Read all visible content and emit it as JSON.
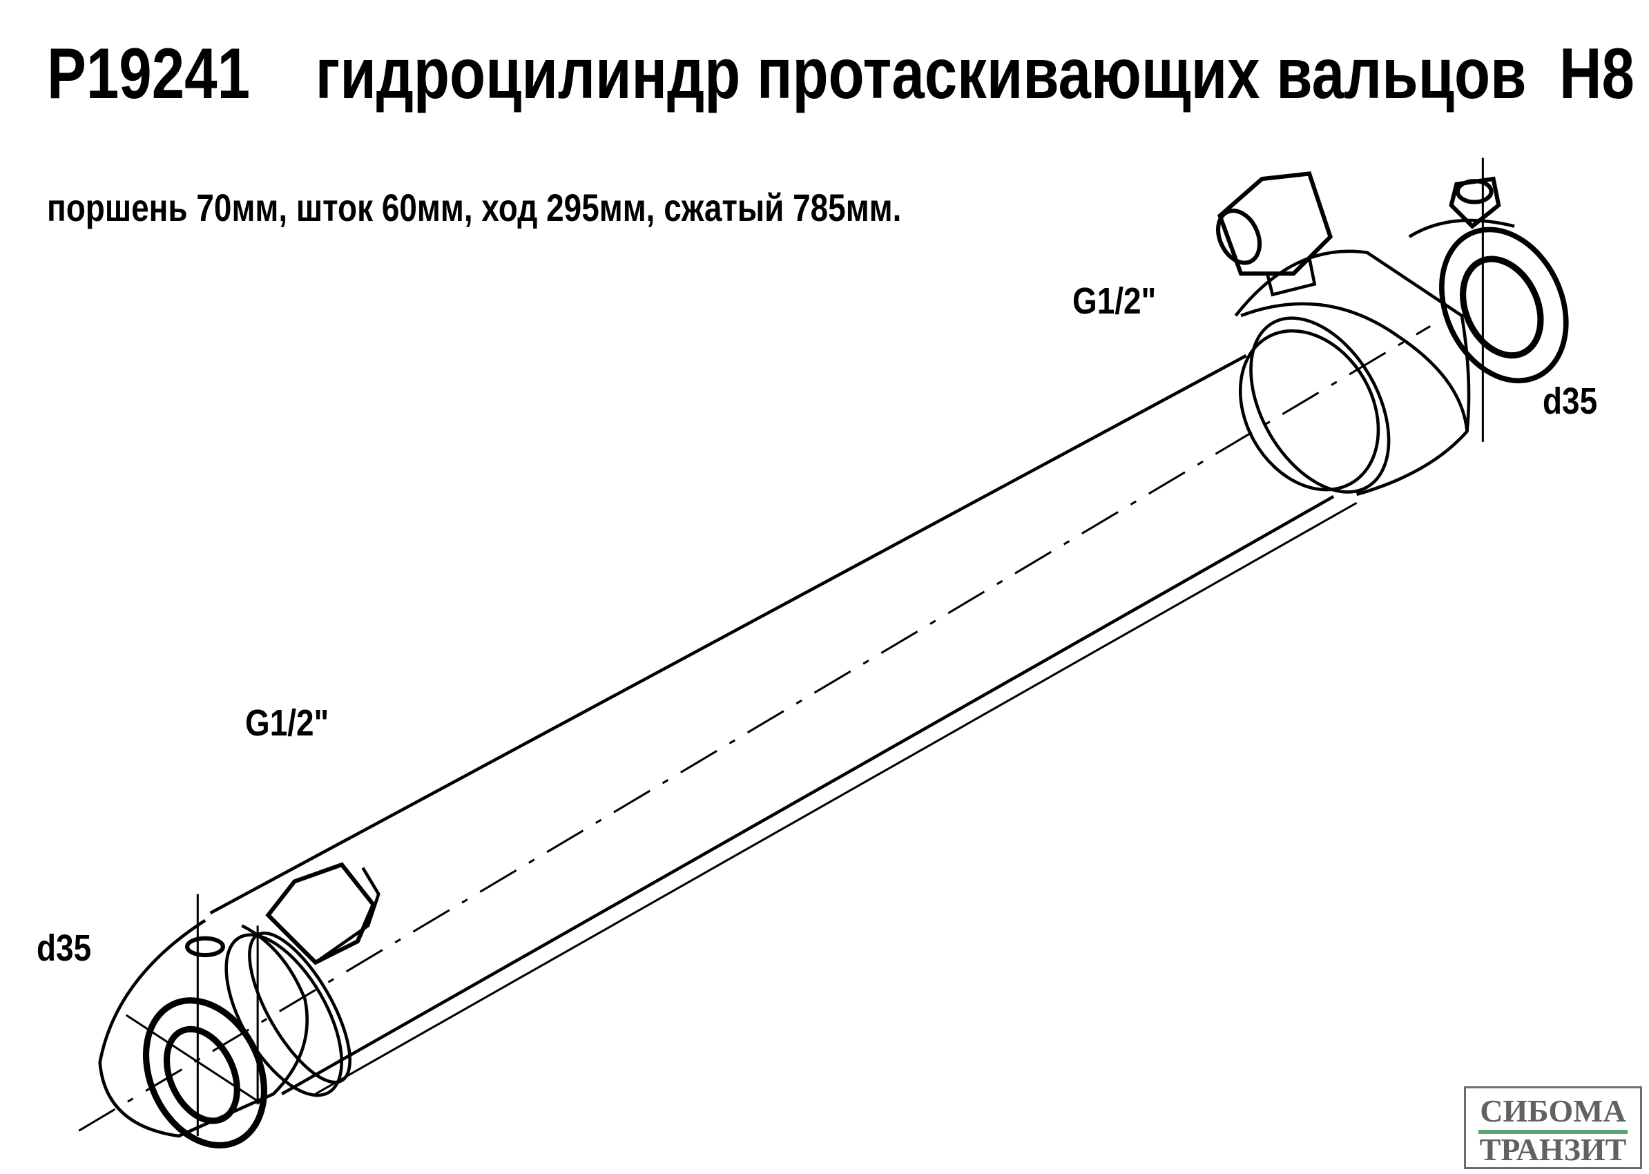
{
  "title": "P19241    гидроцилиндр протаскивающих вальцов  H8",
  "specs": "поршень 70мм, шток 60мм, ход 295мм, сжатый 785мм.",
  "labels": {
    "port_top": "G1/2\"",
    "eye_right": "d35",
    "port_bottom": "G1/2\"",
    "eye_left": "d35"
  },
  "logo": {
    "line1": "СИБОМА",
    "line2": "ТРАНЗИТ",
    "accent": "#5aa672",
    "text_color": "#5f6164"
  }
}
